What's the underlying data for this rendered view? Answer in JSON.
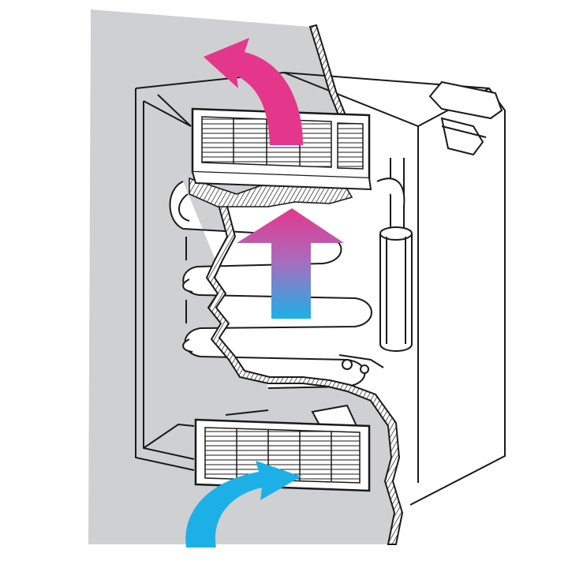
{
  "diagram": {
    "subject": "absorption-refrigerator-ventilation-cutaway",
    "colors": {
      "wall": "#cfd0d2",
      "line": "#1a1a1a",
      "paper": "#ffffff",
      "hot_air": "#e4378c",
      "cold_air": "#1cb0e6"
    },
    "parts": {
      "upper_vent": {
        "icon": "upper-ventilation-grille"
      },
      "lower_vent": {
        "icon": "lower-ventilation-grille"
      },
      "cooling_unit": {
        "icon": "cooling-unit-pipes"
      },
      "boiler": {
        "icon": "boiler-cylinder"
      }
    },
    "airflow": {
      "inlet": {
        "color_role": "cold",
        "direction": "in"
      },
      "rising": {
        "color_role": "warming",
        "direction": "up"
      },
      "outlet": {
        "color_role": "hot",
        "direction": "out"
      }
    }
  }
}
